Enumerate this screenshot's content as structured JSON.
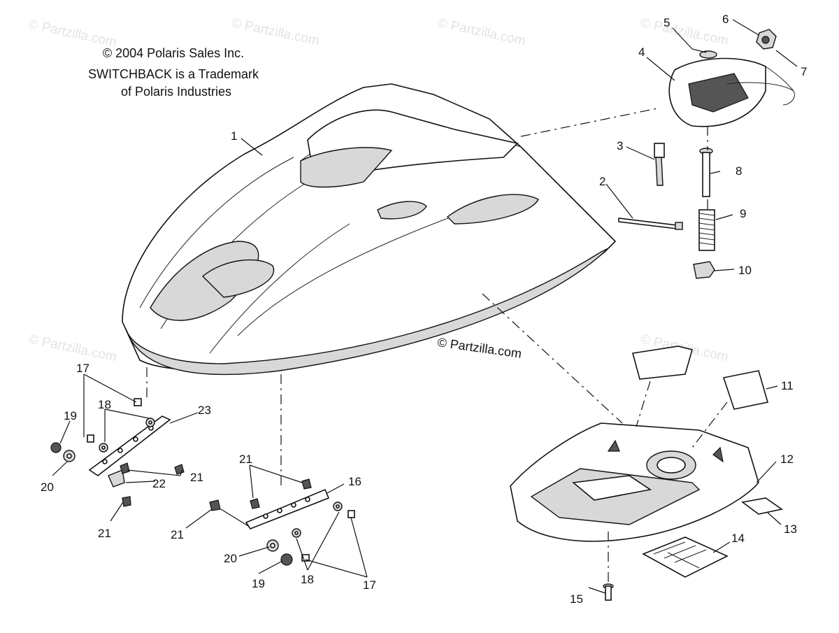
{
  "copyright": {
    "line1": "© 2004 Polaris Sales Inc.",
    "line2": "SWITCHBACK is a Trademark",
    "line3": "of Polaris Industries"
  },
  "site_mark": "© Partzilla.com",
  "watermark_text": "© Partzilla.com",
  "labels": {
    "p1": "1",
    "p2": "2",
    "p3": "3",
    "p4": "4",
    "p5": "5",
    "p6": "6",
    "p7": "7",
    "p8": "8",
    "p9": "9",
    "p10": "10",
    "p11": "11",
    "p12": "12",
    "p13": "13",
    "p14": "14",
    "p15": "15",
    "p16": "16",
    "p17a": "17",
    "p17b": "17",
    "p18a": "18",
    "p18b": "18",
    "p19a": "19",
    "p19b": "19",
    "p20a": "20",
    "p20b": "20",
    "p21a": "21",
    "p21b": "21",
    "p21c": "21",
    "p21d": "21",
    "p22": "22",
    "p23": "23"
  }
}
